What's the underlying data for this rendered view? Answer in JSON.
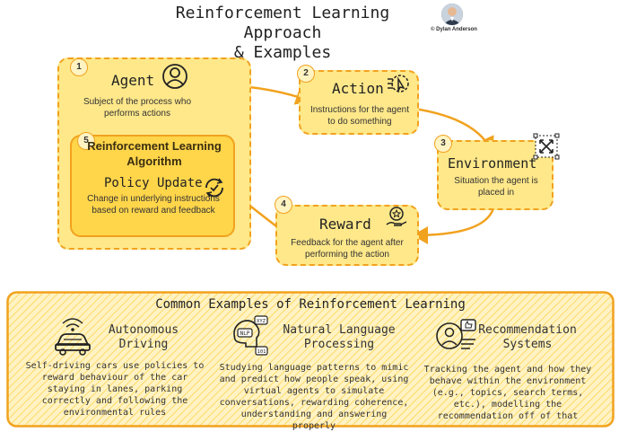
{
  "header": {
    "title_line1": "Reinforcement Learning Approach",
    "title_line2": "& Examples",
    "author": "© Dylan Anderson"
  },
  "nodes": [
    {
      "number": "1",
      "title": "Agent",
      "description": "Subject of the process who performs actions",
      "icon": "user-icon"
    },
    {
      "number": "2",
      "title": "Action",
      "description": "Instructions for the agent to do something",
      "icon": "pointer-icon"
    },
    {
      "number": "3",
      "title": "Environment",
      "description": "Situation the agent is placed in",
      "icon": "expand-arrows-icon"
    },
    {
      "number": "4",
      "title": "Reward",
      "description": "Feedback for the agent after performing the action",
      "icon": "reward-icon"
    },
    {
      "number": "5",
      "title": "Reinforcement Learning Algorithm",
      "subtitle": "Policy Update",
      "description": "Change in underlying instructions based on reward and feedback",
      "icon": "refresh-check-icon"
    }
  ],
  "examples": {
    "section_title": "Common Examples of Reinforcement Learning",
    "items": [
      {
        "title": "Autonomous Driving",
        "description": "Self-driving cars use policies to reward behaviour of the car staying in lanes, parking correctly and following the environmental rules",
        "icon": "car-icon"
      },
      {
        "title": "Natural Language Processing",
        "description": "Studying language patterns to mimic and predict how people speak, using virtual agents to simulate conversations, rewarding coherence, understanding and answering properly",
        "icon": "nlp-icon"
      },
      {
        "title": "Recommendation Systems",
        "description": "Tracking the agent and how they behave within the environment (e.g., topics, search terms, etc.), modelling the recommendation off of that",
        "icon": "recommendation-icon"
      }
    ]
  },
  "colors": {
    "light_fill": "#ffe88a",
    "dark_fill": "#ffd54a",
    "border": "#f1a21e",
    "arrow": "#f1a21e"
  }
}
